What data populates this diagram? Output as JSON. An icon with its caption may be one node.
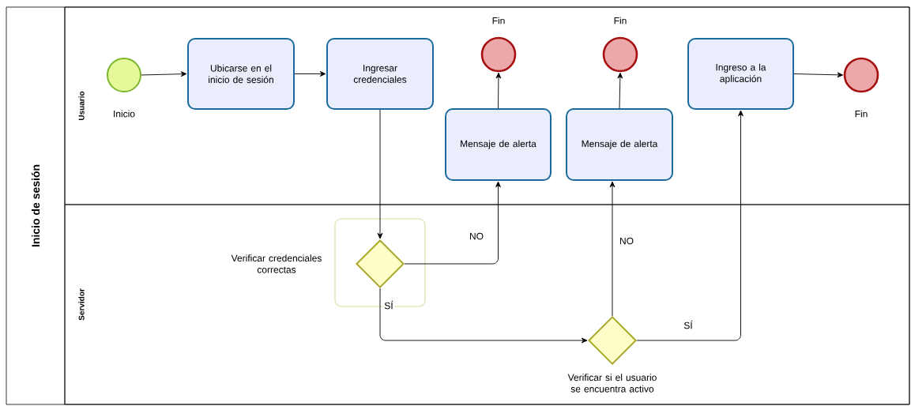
{
  "diagram": {
    "nodes": [
      {
        "text": [
          "Inicio de sesión"
        ]
      },
      {
        "text": [
          "Usuario"
        ],
        "in": 0
      },
      {
        "text": [
          "Servidor"
        ],
        "in": 0
      },
      {
        "text": [
          "Inicio"
        ],
        "in": 1
      },
      {
        "text": [
          "Ubicarse en el inicio de sesión"
        ],
        "in": 1
      },
      {
        "text": [
          "Ingresar credenciales"
        ],
        "in": 1
      },
      {
        "text": [
          "Fin"
        ],
        "in": 1
      },
      {
        "text": [
          "Mensaje de alerta"
        ],
        "in": 1
      },
      {
        "text": [
          "Fin"
        ],
        "in": 1
      },
      {
        "text": [
          "Mensaje de alerta"
        ],
        "in": 1
      },
      {
        "text": [
          "Ingreso a la aplicación"
        ],
        "in": 1
      },
      {
        "text": [
          "Fin"
        ],
        "in": 1
      },
      {
        "text": [
          "Verificar credenciales correctas"
        ],
        "in": 2
      },
      {
        "text": [
          "Verificar si el usuario se encuentra activo"
        ],
        "in": 2
      }
    ],
    "edges": [
      {
        "from": 3,
        "to": 4,
        "arrow": "to"
      },
      {
        "from": 4,
        "to": 5,
        "arrow": "to"
      },
      {
        "from": 5,
        "to": 12,
        "arrow": "to"
      },
      {
        "from": 12,
        "to": 7,
        "arrow": "to",
        "label": "NO"
      },
      {
        "from": 12,
        "to": 13,
        "arrow": "to",
        "label": "SÍ"
      },
      {
        "from": 13,
        "to": 9,
        "arrow": "to",
        "label": "NO"
      },
      {
        "from": 13,
        "to": 10,
        "arrow": "to",
        "label": "SÍ"
      },
      {
        "from": 7,
        "to": 6,
        "arrow": "to"
      },
      {
        "from": 9,
        "to": 8,
        "arrow": "to"
      },
      {
        "from": 10,
        "to": 11,
        "arrow": "to"
      }
    ]
  }
}
